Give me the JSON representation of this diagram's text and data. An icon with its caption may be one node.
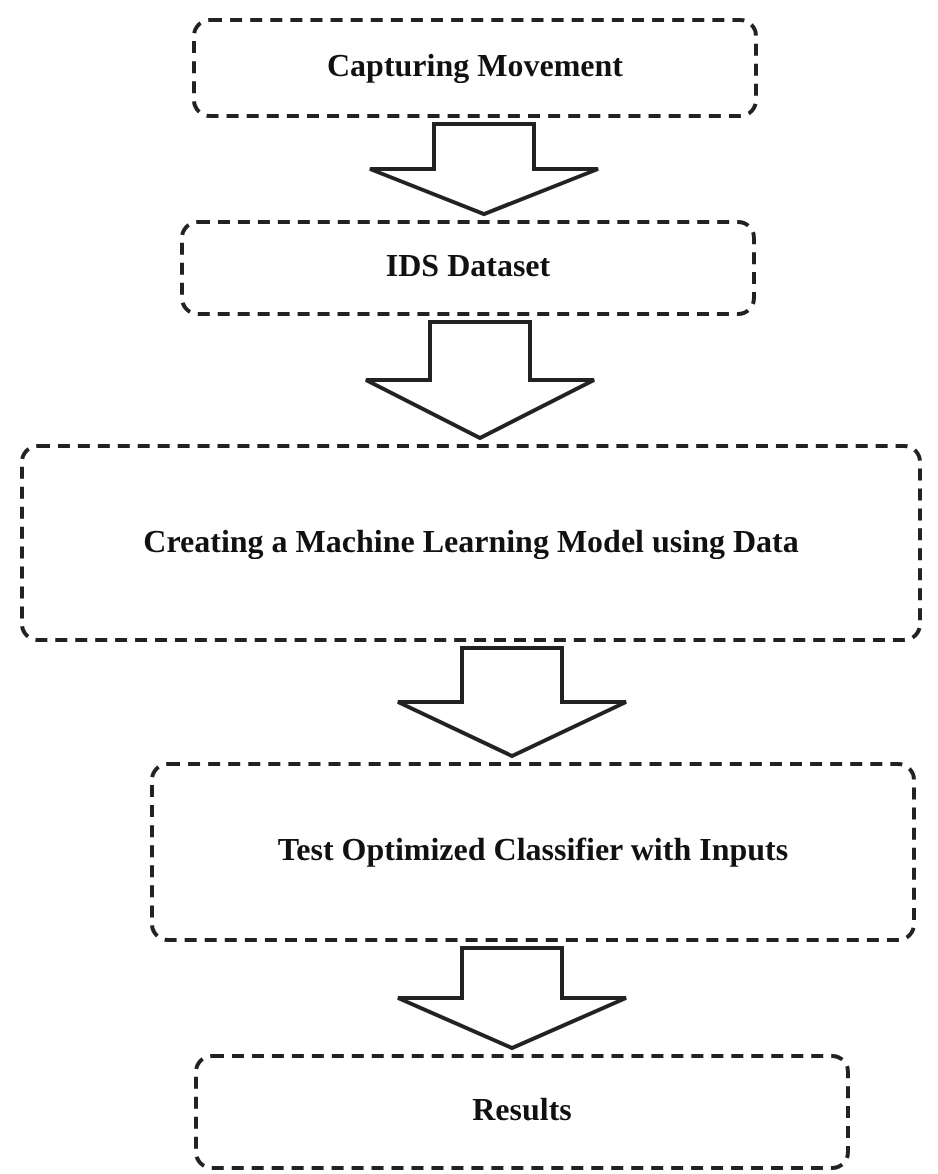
{
  "diagram": {
    "nodes": [
      {
        "text": [
          "Capturing Movement"
        ]
      },
      {
        "text": [
          "IDS Dataset"
        ]
      },
      {
        "text": [
          "Creating a Machine Learning Model using Data"
        ]
      },
      {
        "text": [
          "Test Optimized Classifier with Inputs"
        ]
      },
      {
        "text": [
          "Results"
        ]
      }
    ],
    "edges": [
      {
        "from": 0,
        "to": 1,
        "arrow": "to"
      },
      {
        "from": 1,
        "to": 2,
        "arrow": "to"
      },
      {
        "from": 2,
        "to": 3,
        "arrow": "to"
      },
      {
        "from": 3,
        "to": 4,
        "arrow": "to"
      }
    ]
  }
}
